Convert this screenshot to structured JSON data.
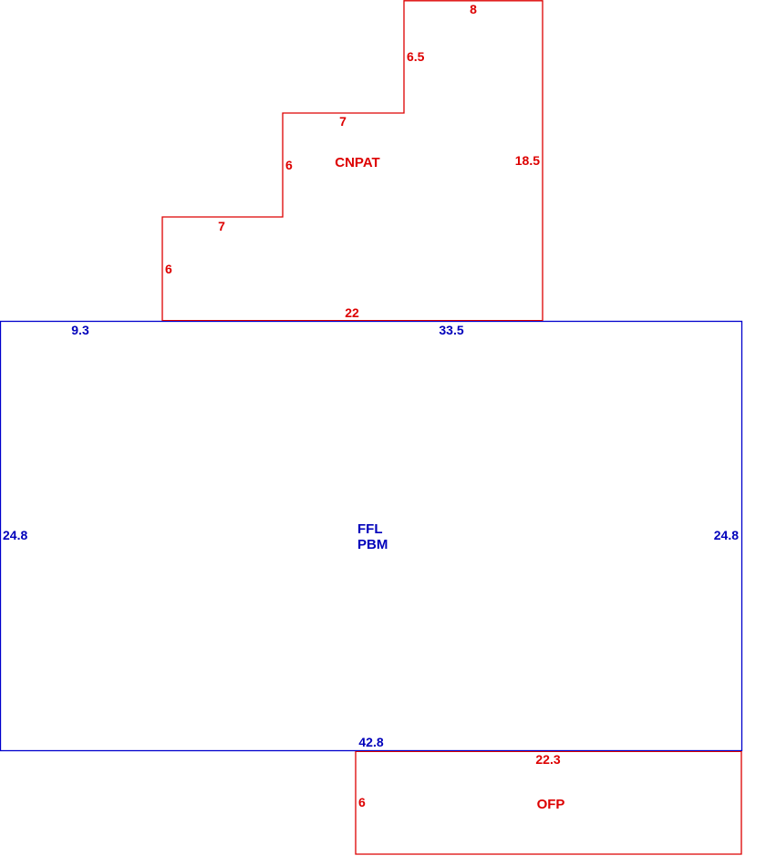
{
  "colors": {
    "main_outline": "#0000cc",
    "addition_outline": "#dd0000",
    "main_text": "#0000bb",
    "addition_text": "#dd0000"
  },
  "areas": {
    "main": {
      "code1": "FFL",
      "code2": "PBM"
    },
    "patio": {
      "code": "CNPAT"
    },
    "porch": {
      "code": "OFP"
    }
  },
  "dimensions": {
    "main_top_left": "9.3",
    "main_top_right": "33.5",
    "main_left": "24.8",
    "main_right": "24.8",
    "main_bottom": "42.8",
    "patio_top": "8",
    "patio_step_upper_vertical": "6.5",
    "patio_step_upper_horizontal": "7",
    "patio_step_middle_vertical": "6",
    "patio_step_lower_horizontal": "7",
    "patio_step_lower_vertical": "6",
    "patio_right": "18.5",
    "patio_bottom": "22",
    "porch_top": "22.3",
    "porch_left": "6"
  }
}
